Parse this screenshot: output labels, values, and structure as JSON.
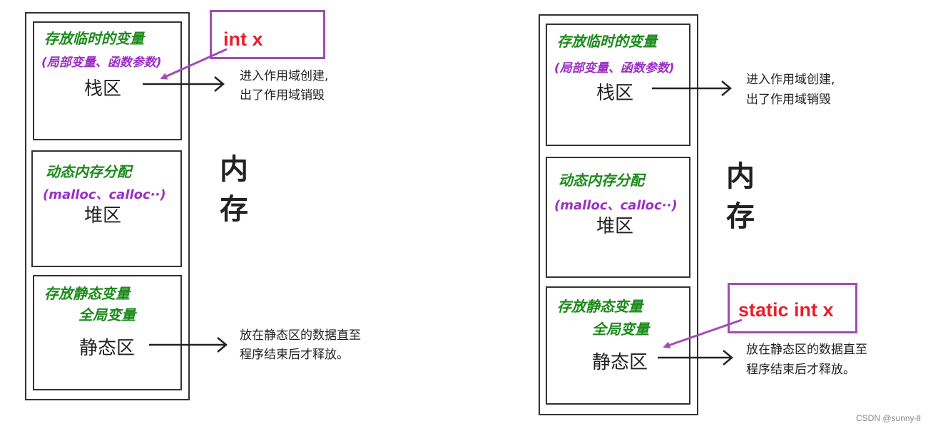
{
  "left_diagram": {
    "stack": {
      "note_line1": "存放临时的变量",
      "note_line2": "(局部变量、函数参数)",
      "label": "栈区"
    },
    "heap": {
      "note_line1": "动态内存分配",
      "note_line2": "(malloc、calloc··)",
      "label": "堆区"
    },
    "static": {
      "note_line1": "存放静态变量",
      "note_line2": "全局变量",
      "label": "静态区"
    },
    "memory_label_1": "内",
    "memory_label_2": "存",
    "stack_desc_line1": "进入作用域创建,",
    "stack_desc_line2": "出了作用域销毁",
    "static_desc_line1": "放在静态区的数据直至",
    "static_desc_line2": "程序结束后才释放。",
    "callout": "int x"
  },
  "right_diagram": {
    "stack": {
      "note_line1": "存放临时的变量",
      "note_line2": "(局部变量、函数参数)",
      "label": "栈区"
    },
    "heap": {
      "note_line1": "动态内存分配",
      "note_line2": "(malloc、calloc··)",
      "label": "堆区"
    },
    "static": {
      "note_line1": "存放静态变量",
      "note_line2": "全局变量",
      "label": "静态区"
    },
    "memory_label_1": "内",
    "memory_label_2": "存",
    "stack_desc_line1": "进入作用域创建,",
    "stack_desc_line2": "出了作用域销毁",
    "static_desc_line1": "放在静态区的数据直至",
    "static_desc_line2": "程序结束后才释放。",
    "callout": "static int x"
  },
  "watermark": "CSDN @sunny-ll",
  "colors": {
    "note_green": "#1a8a1a",
    "note_purple": "#9b2fc4",
    "callout_border": "#a24bb5",
    "callout_text": "#e8202a"
  }
}
